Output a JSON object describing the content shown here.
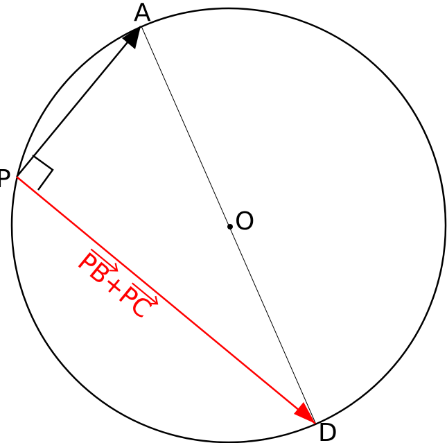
{
  "figure": {
    "points": {
      "A": "A",
      "P": "P",
      "O": "O",
      "D": "D"
    },
    "vector_label": {
      "terms": [
        "PB",
        "PC"
      ],
      "operator": "+"
    }
  },
  "colors": {
    "stroke": "#000000",
    "accent": "#ff0000"
  }
}
